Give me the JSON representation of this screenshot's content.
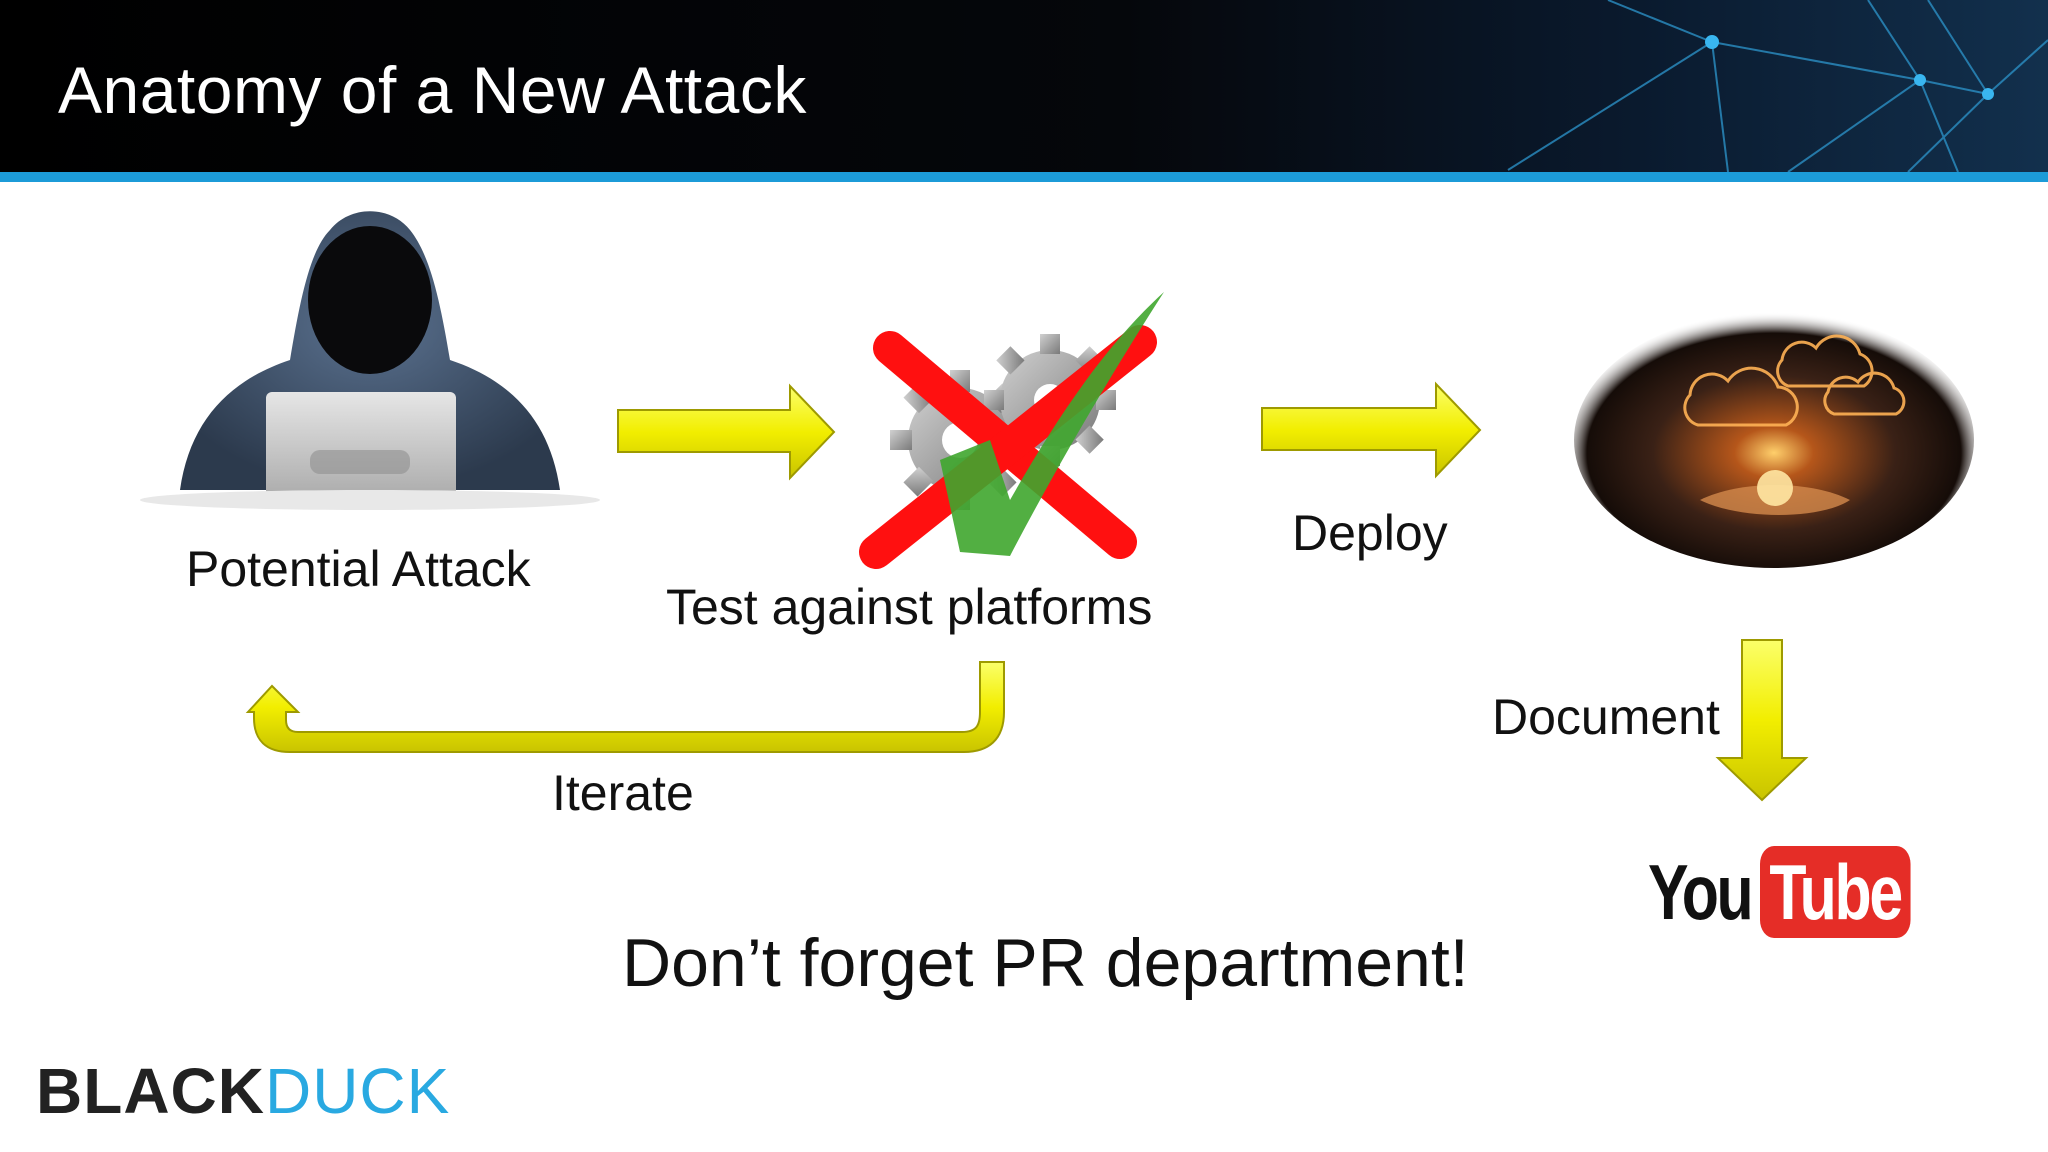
{
  "slide": {
    "title": "Anatomy of a New Attack",
    "labels": {
      "potential_attack": "Potential Attack",
      "test_against_platforms": "Test against platforms",
      "deploy": "Deploy",
      "document": "Document",
      "iterate": "Iterate",
      "pr_note": "Don’t forget PR department!"
    }
  },
  "logo": {
    "black": "BLACK",
    "duck": "DUCK"
  },
  "youtube": {
    "you": "You",
    "tube": "Tube"
  },
  "colors": {
    "accent_blue": "#1c9bd8",
    "arrow_yellow": "#f5f200",
    "cross_red": "#ff1010",
    "check_green": "#3fa62e",
    "youtube_red": "#e52d27"
  }
}
